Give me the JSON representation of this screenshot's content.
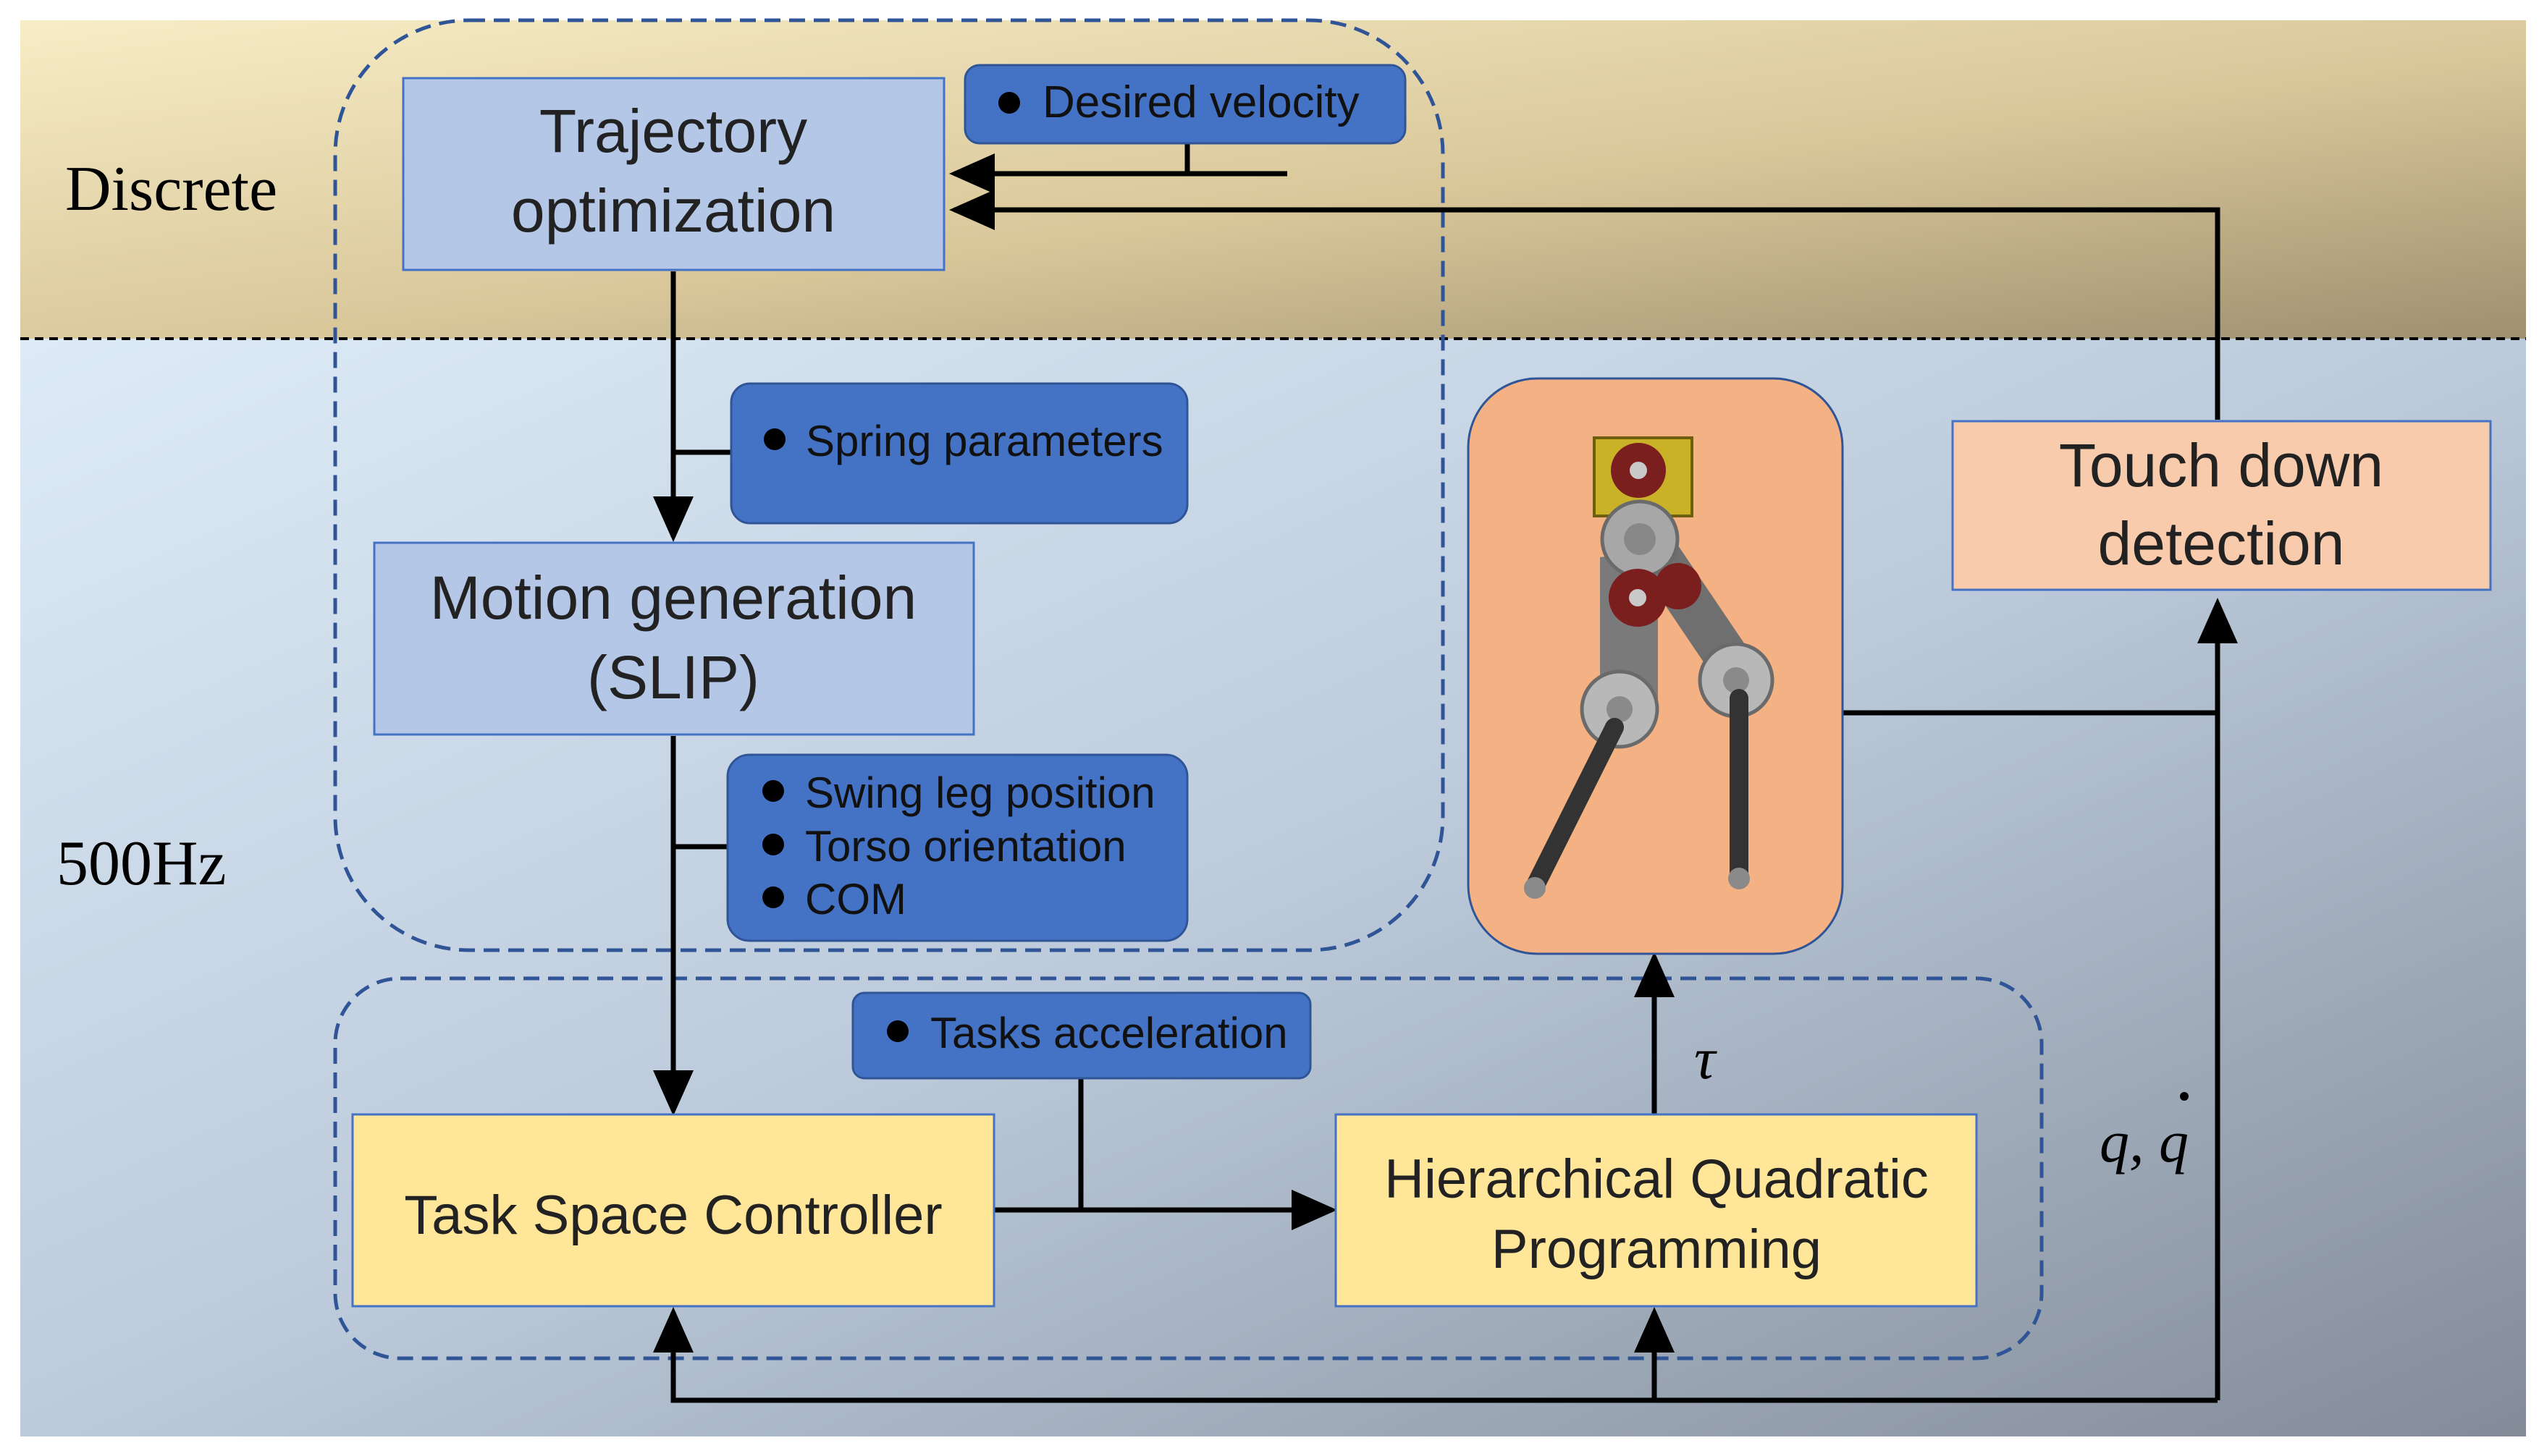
{
  "regions": {
    "discrete_label": "Discrete",
    "rate_label": "500Hz"
  },
  "blocks": {
    "trajectory_optimization": [
      "Trajectory",
      "optimization"
    ],
    "motion_generation": [
      "Motion generation",
      "(SLIP)"
    ],
    "task_space_controller": "Task Space Controller",
    "hqp": [
      "Hierarchical Quadratic",
      "Programming"
    ],
    "touch_down": [
      "Touch down",
      "detection"
    ]
  },
  "signals": {
    "desired_velocity": "Desired velocity",
    "spring_parameters": "Spring  parameters",
    "motion_outputs": [
      "Swing leg position",
      "Torso orientation",
      "COM"
    ],
    "tasks_acceleration": "Tasks  acceleration"
  },
  "symbols": {
    "torque": "τ",
    "state": "q, q"
  },
  "colors": {
    "discrete_band_left": "#f6ebc2",
    "discrete_band_right": "#a89a74",
    "continuous_left": "#dbe7f5",
    "continuous_right": "#8c96a3",
    "light_blue_block": "#b4c7e7",
    "dark_blue_tag": "#4472c4",
    "yellow_block": "#ffe699",
    "peach_block": "#f8cbad",
    "robot_panel": "#f4b183",
    "dashed_line": "#2f5597",
    "arrow": "#000000"
  },
  "icons": [
    "bullet-dot",
    "robot-leg-render"
  ]
}
